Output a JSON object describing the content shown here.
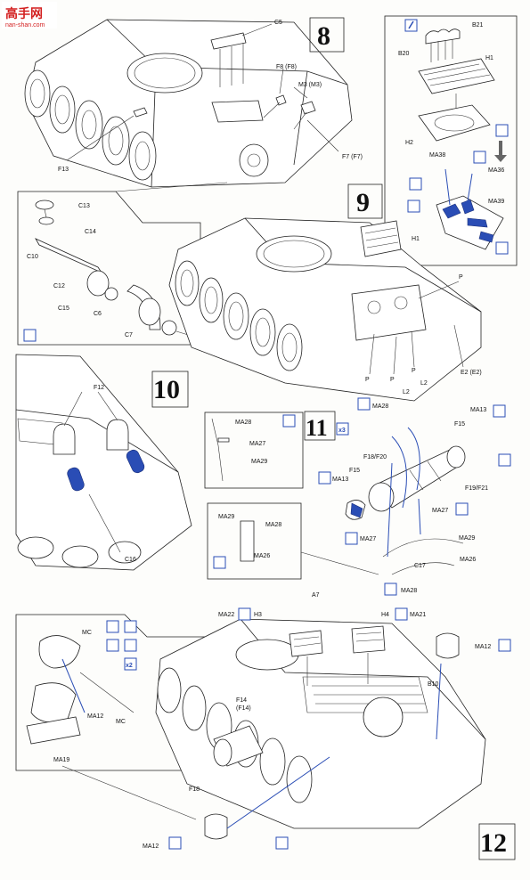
{
  "watermark": "nan-shan.com",
  "watermark_logo": "高手网",
  "steps": {
    "s8": {
      "num": "8"
    },
    "s9": {
      "num": "9"
    },
    "s10": {
      "num": "10"
    },
    "s11": {
      "num": "11",
      "mult": "x3"
    },
    "s12": {
      "num": "12",
      "mult": "x2"
    }
  },
  "labels": {
    "C5": "C5",
    "F8": "F8 (F8)",
    "M3": "M3 (M3)",
    "F7": "F7 (F7)",
    "F13": "F13",
    "B21": "B21",
    "B20": "B20",
    "H1a": "H1",
    "H2": "H2",
    "MA38": "MA38",
    "MA36": "MA36",
    "MA39": "MA39",
    "C13": "C13",
    "C14": "C14",
    "C10": "C10",
    "C12": "C12",
    "C15": "C15",
    "C6": "C6",
    "C7": "C7",
    "H1b": "H1",
    "P1": "P",
    "P2": "P",
    "P3": "P",
    "P4": "P",
    "L2a": "L2",
    "L2b": "L2",
    "E2": "E2 (E2)",
    "F12": "F12",
    "C16": "C16",
    "MA28a": "MA28",
    "MA27a": "MA27",
    "MA29a": "MA29",
    "MA28b": "MA28",
    "MA13a": "MA13",
    "F15a": "F15",
    "F18F20": "F18/F20",
    "F15b": "F15",
    "F19F21": "F19/F21",
    "MA13b": "MA13",
    "MA27b": "MA27",
    "MA27c": "MA27",
    "MA29b": "MA29",
    "C17": "C17",
    "MA26a": "MA26",
    "MA28c": "MA28",
    "MA29c": "MA29",
    "MA28d": "MA28",
    "MA26b": "MA26",
    "A7": "A7",
    "MA22": "MA22",
    "H3": "H3",
    "H4": "H4",
    "MA21": "MA21",
    "MA12a": "MA12",
    "MC1": "MC",
    "MA12b": "MA12",
    "MC2": "MC",
    "MA19": "MA19",
    "F14": "F14",
    "F14b": "(F14)",
    "B10": "B10",
    "F18": "F18",
    "MA12c": "MA12"
  },
  "colors": {
    "ink": "#222222",
    "accent": "#2a4db5"
  }
}
